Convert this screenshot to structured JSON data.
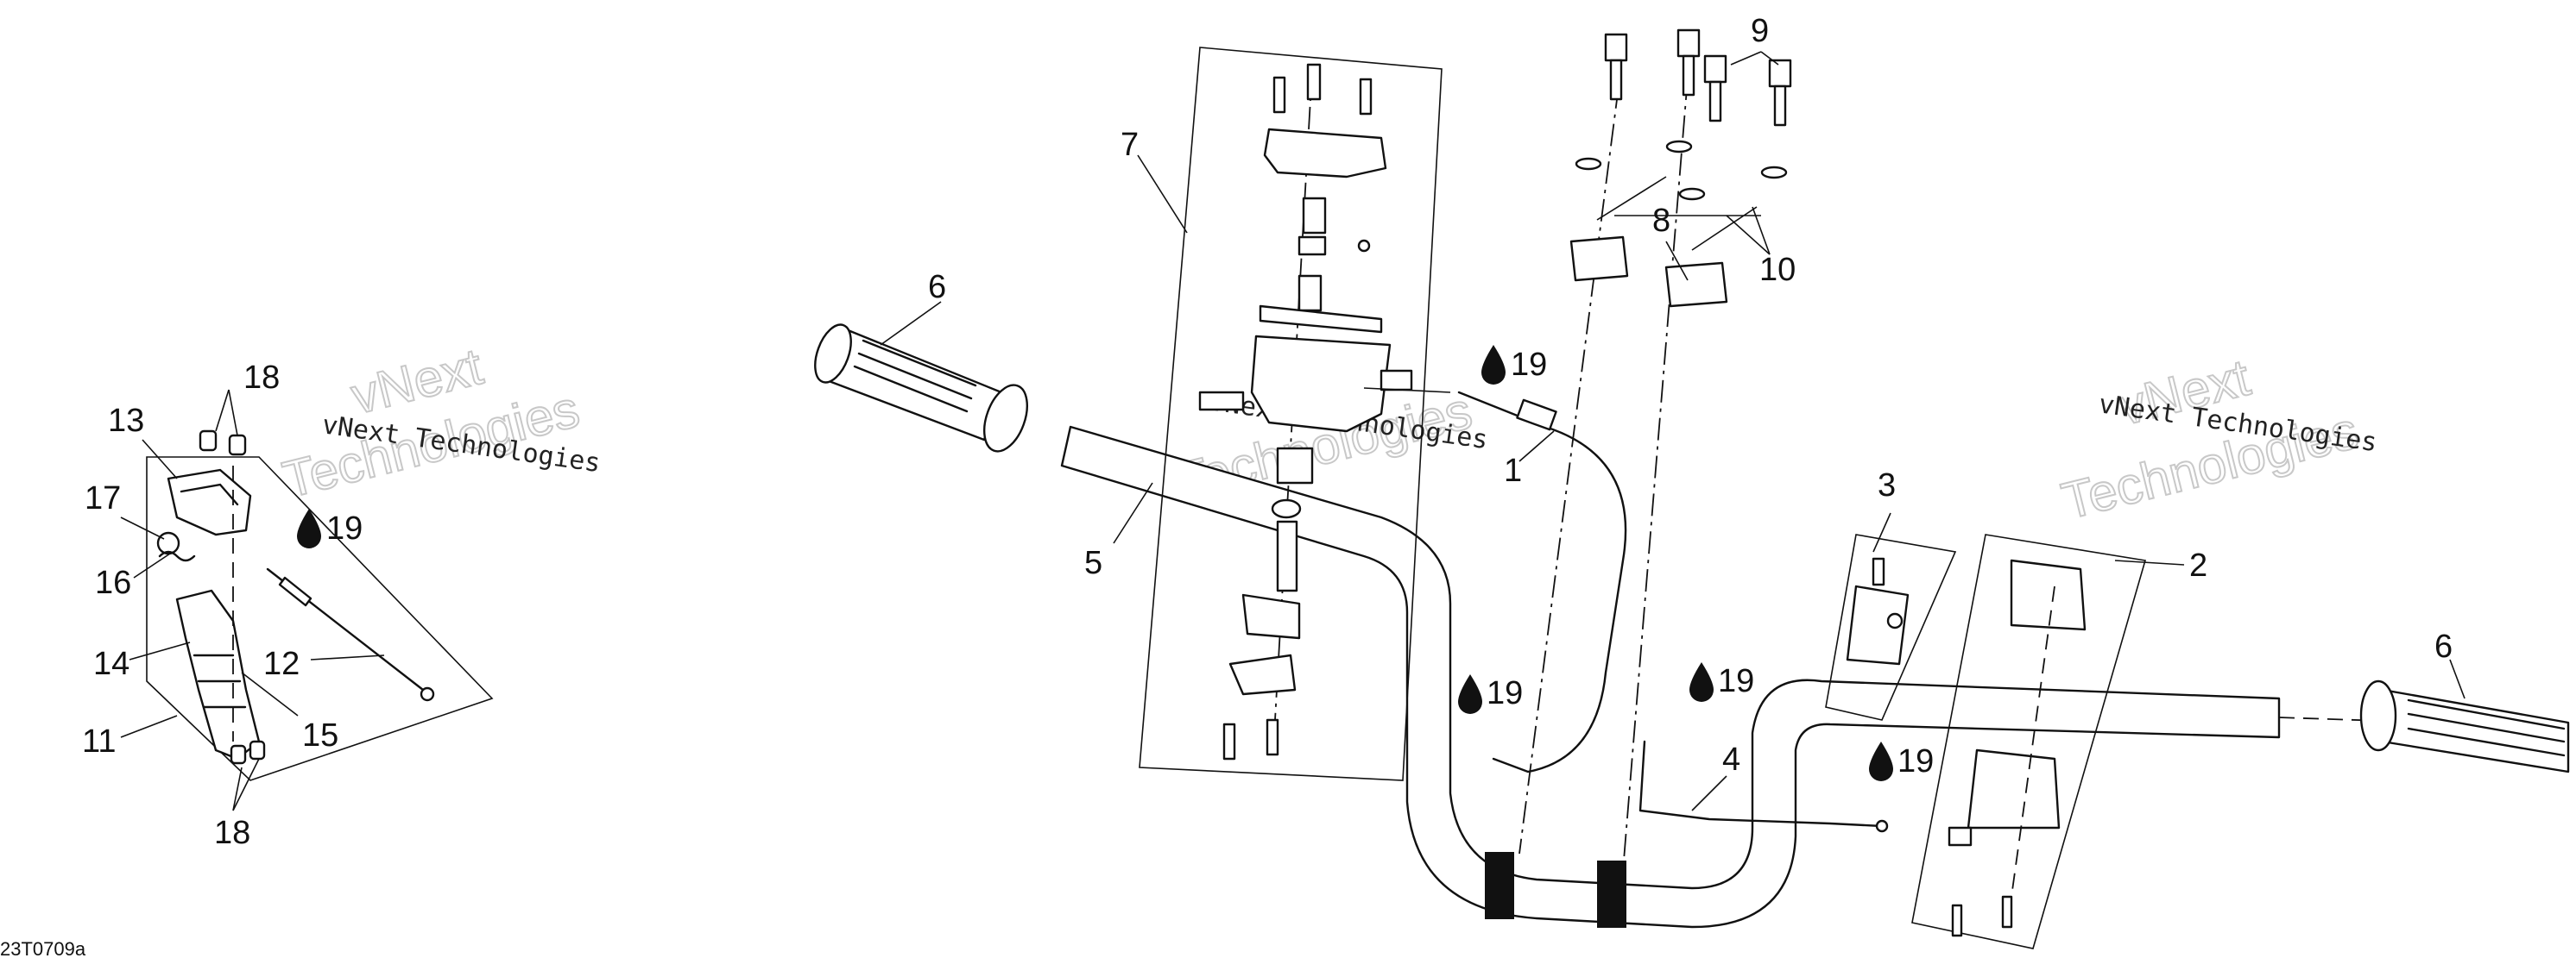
{
  "diagram": {
    "callouts": [
      "1",
      "2",
      "3",
      "4",
      "5",
      "6",
      "6",
      "7",
      "8",
      "9",
      "10",
      "11",
      "12",
      "13",
      "14",
      "15",
      "16",
      "17",
      "18",
      "18",
      "19",
      "19",
      "19",
      "19",
      "19"
    ],
    "watermark_line1": "vNext",
    "watermark_line2": "Technologies",
    "watermark_text": "vNext Technologies",
    "drawing_code": "23T0709a",
    "icon_names": [
      "lubricant-drop-icon"
    ]
  }
}
